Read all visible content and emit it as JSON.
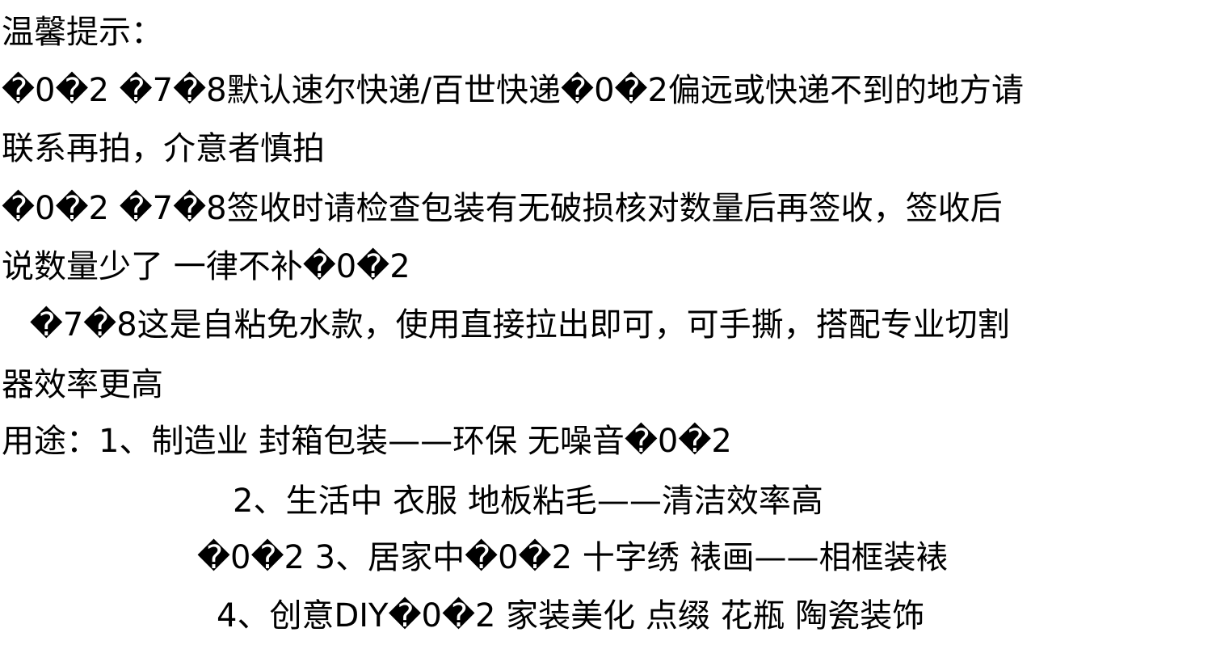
{
  "notice": {
    "heading": "温馨提示：",
    "shipping_line_1": "�0�2 �7�8默认速尔快递/百世快递�0�2偏远或快递不到的地方请",
    "shipping_line_2": "联系再拍，介意者慎拍",
    "check_line_1": "�0�2 �7�8签收时请检查包装有无破损核对数量后再签收，签收后",
    "check_line_2": "说数量少了 一律不补�0�2",
    "usage_line_1": " �7�8这是自粘免水款，使用直接拉出即可，可手撕，搭配专业切割",
    "usage_line_2": "器效率更高"
  },
  "uses": {
    "item_1": "用途：1、制造业 封箱包装——环保 无噪音�0�2",
    "item_2": "2、生活中 衣服 地板粘毛——清洁效率高",
    "item_3": "�0�2 3、居家中�0�2 十字绣 裱画——相框装裱",
    "item_4": "4、创意DIY�0�2 家装美化 点缀 花瓶 陶瓷装饰"
  }
}
